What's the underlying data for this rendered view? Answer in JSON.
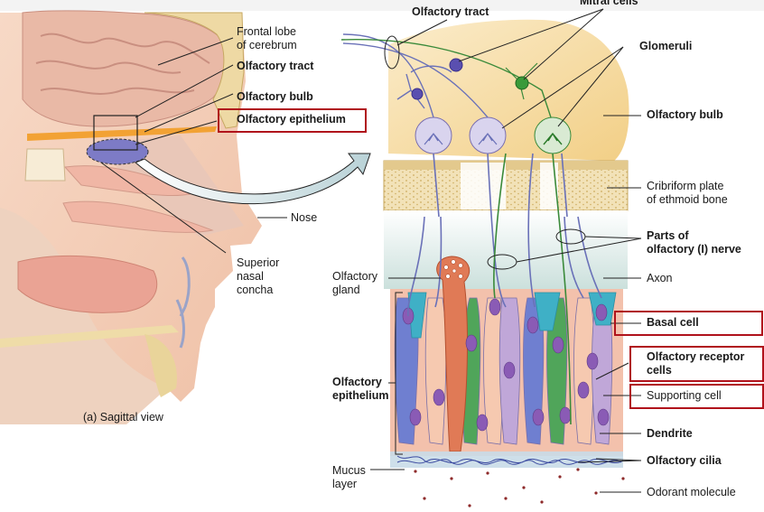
{
  "labels": {
    "frontal_lobe": "Frontal lobe\nof cerebrum",
    "olfactory_tract_left": "Olfactory tract",
    "olfactory_bulb_left": "Olfactory bulb",
    "olfactory_epithelium_left": "Olfactory epithelium",
    "nose": "Nose",
    "superior_nasal_concha": "Superior\nnasal\nconcha",
    "sagittal_view": "(a) Sagittal view",
    "olfactory_tract_right": "Olfactory tract",
    "mitral_cells": "Mitral cells",
    "glomeruli": "Glomeruli",
    "olfactory_bulb_right": "Olfactory bulb",
    "cribriform_plate": "Cribriform plate\nof ethmoid bone",
    "parts_of_olfactory_nerve": "Parts of\nolfactory (I) nerve",
    "axon": "Axon",
    "olfactory_gland": "Olfactory\ngland",
    "basal_cell": "Basal cell",
    "olfactory_receptor_cells": "Olfactory receptor\ncells",
    "supporting_cell": "Supporting cell",
    "olfactory_epithelium_right": "Olfactory\nepithelium",
    "dendrite": "Dendrite",
    "olfactory_cilia": "Olfactory cilia",
    "mucus_layer": "Mucus\nlayer",
    "odorant_molecule": "Odorant molecule"
  },
  "colors": {
    "highlight_box": "#b0121b",
    "bulb": "#f6dfa0",
    "brain": "#e9b9a6",
    "bone": "#eed9a4",
    "tissue": "#f3c1ac",
    "receptor_axon": "#6a71b8",
    "mitral_axon": "#3a8a3a",
    "basal_cell": "#3fb0c6",
    "nucleus": "#8a5bb5"
  }
}
